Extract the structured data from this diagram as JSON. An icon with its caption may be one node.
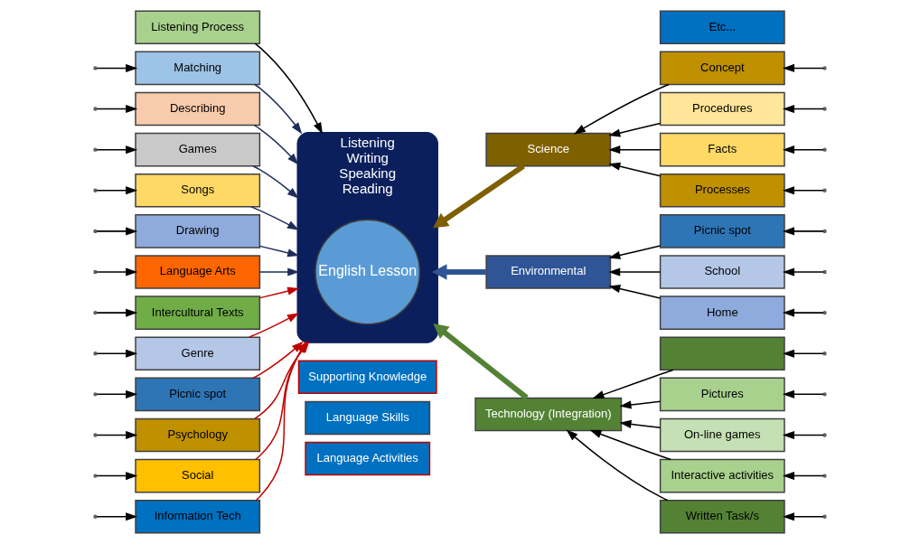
{
  "diagram": {
    "nodes": [
      {
        "text": [
          "Language Activities"
        ]
      },
      {
        "text": [
          "Language Skills"
        ]
      },
      {
        "text": [
          "Supporting Knowledge"
        ]
      },
      {
        "text": [
          "Listening Process"
        ]
      },
      {
        "text": [
          "Listening",
          "Writing",
          "Speaking",
          "Reading"
        ]
      },
      {
        "text": [
          "English Lesson"
        ],
        "in": 4
      },
      {
        "text": [
          "Matching"
        ]
      },
      {
        "text": [
          "Describing"
        ]
      },
      {
        "text": [
          "Games"
        ]
      },
      {
        "text": [
          "Songs"
        ]
      },
      {
        "text": [
          "Drawing"
        ]
      },
      {
        "text": [
          "Language Arts"
        ]
      },
      {
        "text": [
          "Intercultural Texts"
        ]
      },
      {
        "text": [
          "Genre"
        ]
      },
      {
        "text": [
          "Picnic spot"
        ]
      },
      {
        "text": [
          "Psychology"
        ]
      },
      {
        "text": [
          "Social"
        ]
      },
      {
        "text": [
          "Information Tech"
        ]
      },
      {
        "text": [
          "Science"
        ]
      },
      {
        "text": [
          "Environmental"
        ]
      },
      {
        "text": [
          "Technology (Integration)"
        ]
      },
      {
        "text": [
          "Concept"
        ]
      },
      {
        "text": [
          "Procedures"
        ]
      },
      {
        "text": [
          "Facts"
        ]
      },
      {
        "text": [
          "Processes"
        ]
      },
      {
        "text": [
          "Picnic spot"
        ]
      },
      {
        "text": [
          "School"
        ]
      },
      {
        "text": [
          "Home"
        ]
      },
      {
        "text": [],
        "shape": "box"
      },
      {
        "text": [
          "Pictures"
        ]
      },
      {
        "text": [
          "On-line games"
        ]
      },
      {
        "text": [
          "Interactive activities"
        ]
      },
      {
        "text": [
          "Written Task/s"
        ]
      },
      {
        "text": [
          "Etc..."
        ]
      }
    ],
    "edges": [
      {
        "from": 3,
        "to": 4,
        "arrow": "to"
      },
      {
        "from": 6,
        "to": 4,
        "arrow": "to",
        "color": "#1f2d5a"
      },
      {
        "from": 7,
        "to": 4,
        "arrow": "to",
        "color": "#1f2d5a"
      },
      {
        "from": 8,
        "to": 4,
        "arrow": "to",
        "color": "#1f2d5a"
      },
      {
        "from": 9,
        "to": 4,
        "arrow": "to",
        "color": "#1f2d5a"
      },
      {
        "from": 10,
        "to": 4,
        "arrow": "to",
        "color": "#1f2d5a"
      },
      {
        "from": 11,
        "to": 4,
        "arrow": "to",
        "color": "#1f2d5a"
      },
      {
        "from": 12,
        "to": 4,
        "arrow": "to",
        "color": "#c00000"
      },
      {
        "from": 13,
        "to": 4,
        "arrow": "to",
        "color": "#c00000"
      },
      {
        "from": 14,
        "to": 4,
        "arrow": "to",
        "color": "#c00000"
      },
      {
        "from": 15,
        "to": 4,
        "arrow": "to",
        "color": "#c00000"
      },
      {
        "from": 16,
        "to": 4,
        "arrow": "to",
        "color": "#c00000"
      },
      {
        "from": 17,
        "to": 4,
        "arrow": "to",
        "color": "#c00000"
      },
      {
        "from": 18,
        "to": 4,
        "arrow": "to",
        "style": "thick",
        "color": "#7f6000"
      },
      {
        "from": 19,
        "to": 4,
        "arrow": "to",
        "style": "thick",
        "color": "#2f5597"
      },
      {
        "from": 20,
        "to": 4,
        "arrow": "to",
        "style": "thick",
        "color": "#548235"
      },
      {
        "from": 21,
        "to": 18,
        "arrow": "to"
      },
      {
        "from": 22,
        "to": 18,
        "arrow": "to"
      },
      {
        "from": 23,
        "to": 18,
        "arrow": "to"
      },
      {
        "from": 24,
        "to": 18,
        "arrow": "to"
      },
      {
        "from": 25,
        "to": 19,
        "arrow": "to"
      },
      {
        "from": 26,
        "to": 19,
        "arrow": "to"
      },
      {
        "from": 27,
        "to": 19,
        "arrow": "to"
      },
      {
        "from": 28,
        "to": 20,
        "arrow": "to"
      },
      {
        "from": 29,
        "to": 20,
        "arrow": "to"
      },
      {
        "from": 30,
        "to": 20,
        "arrow": "to"
      },
      {
        "from": 31,
        "to": 20,
        "arrow": "to"
      },
      {
        "from": 32,
        "to": 20,
        "arrow": "to"
      },
      {
        "from": null,
        "to": 6,
        "arrow": "to"
      },
      {
        "from": null,
        "to": 7,
        "arrow": "to"
      },
      {
        "from": null,
        "to": 8,
        "arrow": "to"
      },
      {
        "from": null,
        "to": 9,
        "arrow": "to"
      },
      {
        "from": null,
        "to": 10,
        "arrow": "to"
      },
      {
        "from": null,
        "to": 11,
        "arrow": "to"
      },
      {
        "from": null,
        "to": 12,
        "arrow": "to"
      },
      {
        "from": null,
        "to": 13,
        "arrow": "to"
      },
      {
        "from": null,
        "to": 14,
        "arrow": "to"
      },
      {
        "from": null,
        "to": 15,
        "arrow": "to"
      },
      {
        "from": null,
        "to": 16,
        "arrow": "to"
      },
      {
        "from": null,
        "to": 17,
        "arrow": "to"
      },
      {
        "from": null,
        "to": 21,
        "arrow": "to"
      },
      {
        "from": null,
        "to": 22,
        "arrow": "to"
      },
      {
        "from": null,
        "to": 23,
        "arrow": "to"
      },
      {
        "from": null,
        "to": 24,
        "arrow": "to"
      },
      {
        "from": null,
        "to": 25,
        "arrow": "to"
      },
      {
        "from": null,
        "to": 26,
        "arrow": "to"
      },
      {
        "from": null,
        "to": 27,
        "arrow": "to"
      },
      {
        "from": null,
        "to": 28,
        "arrow": "to"
      },
      {
        "from": null,
        "to": 29,
        "arrow": "to"
      },
      {
        "from": null,
        "to": 30,
        "arrow": "to"
      },
      {
        "from": null,
        "to": 31,
        "arrow": "to"
      },
      {
        "from": null,
        "to": 32,
        "arrow": "to"
      }
    ]
  }
}
